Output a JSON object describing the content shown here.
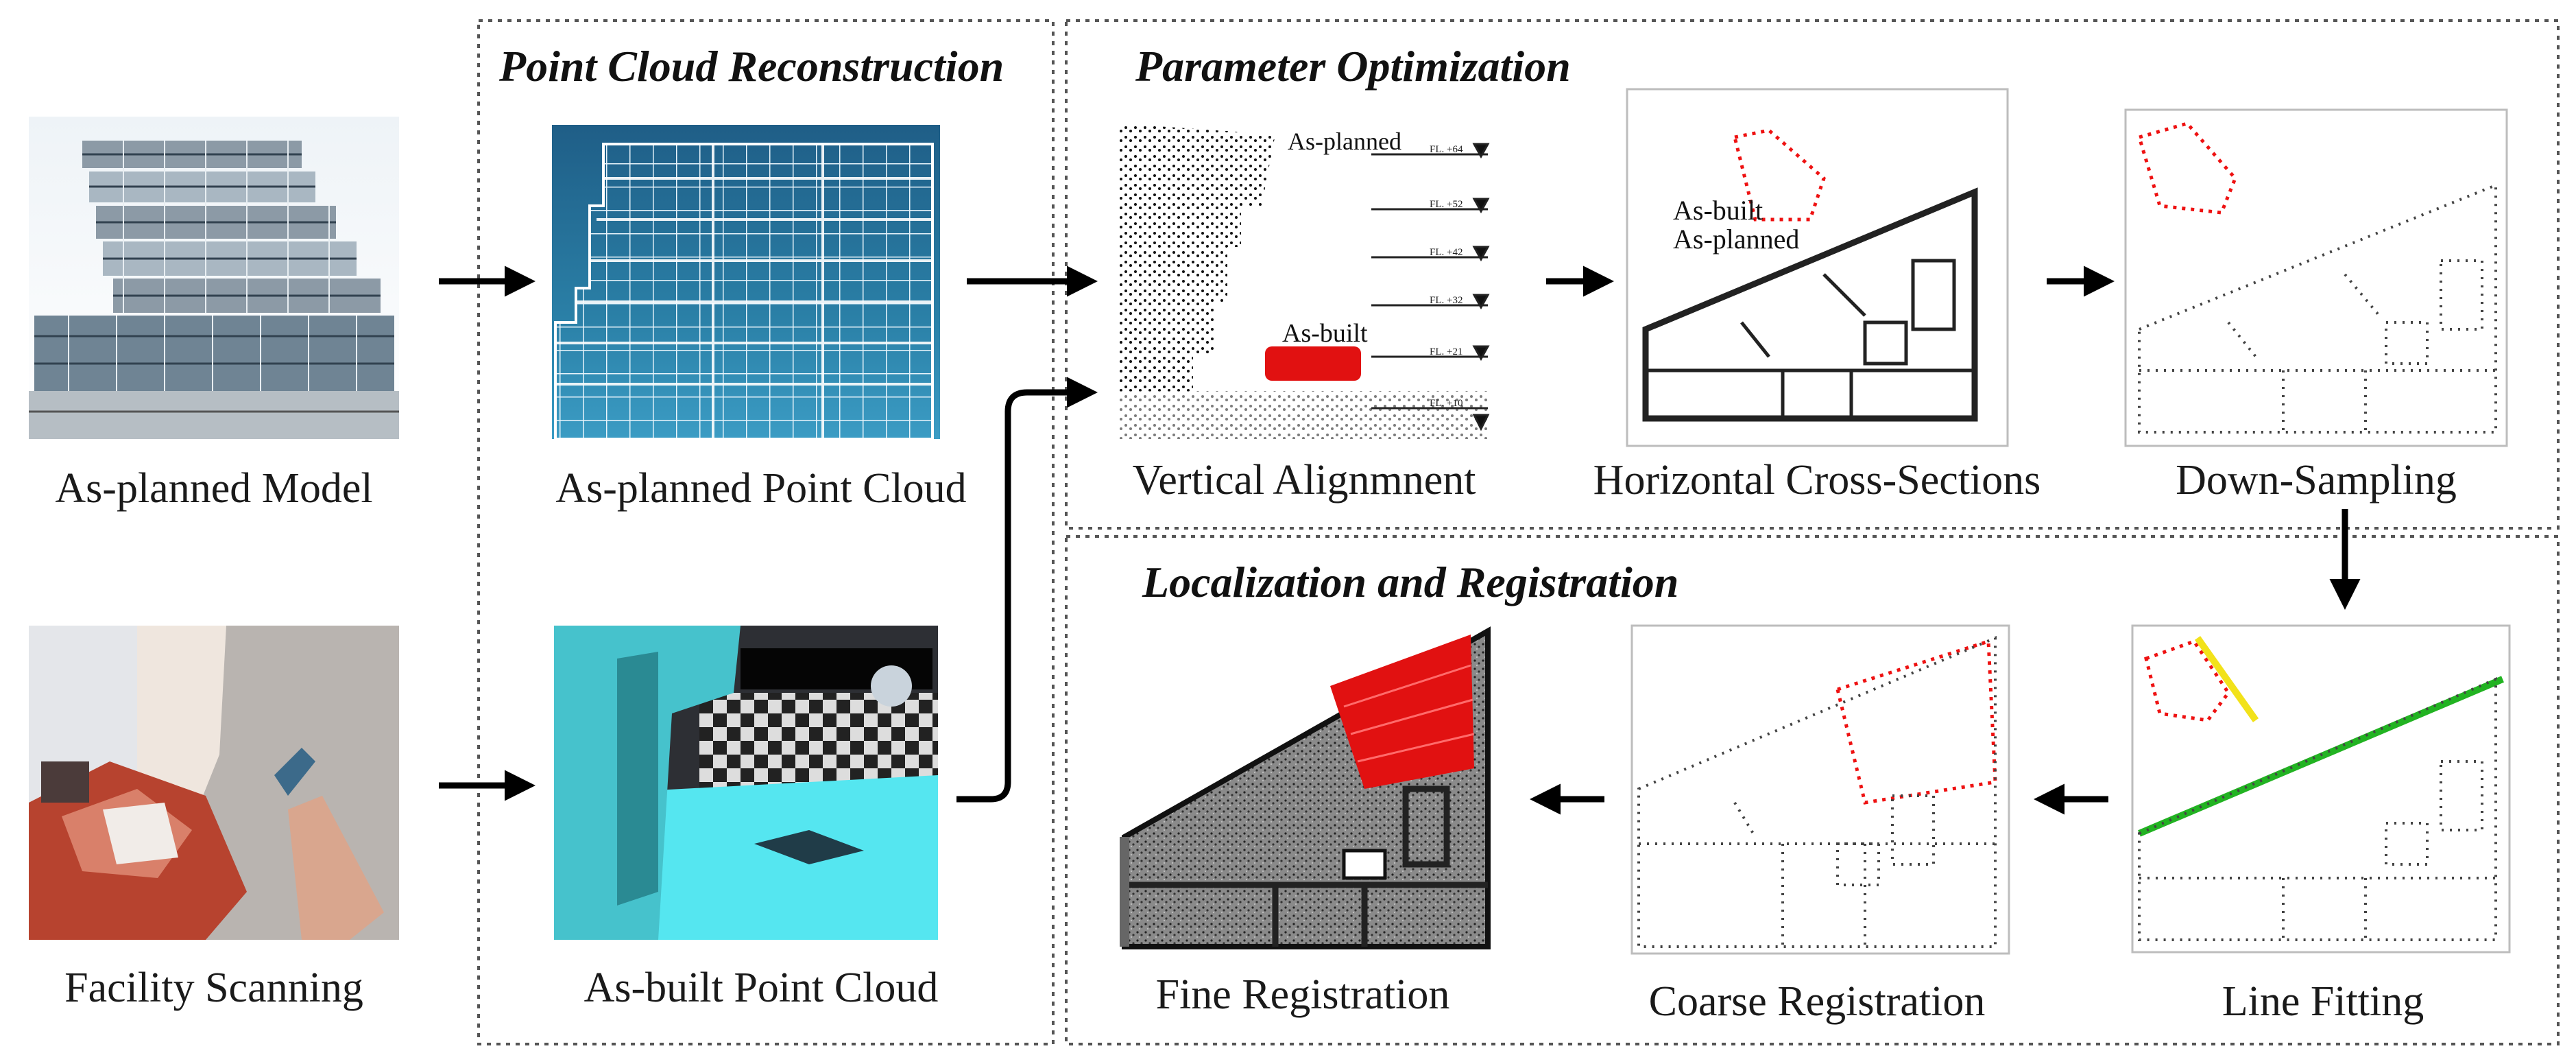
{
  "sections": {
    "reconstruction_title": "Point Cloud Reconstruction",
    "optimization_title": "Parameter Optimization",
    "localization_title": "Localization and Registration"
  },
  "steps": {
    "as_planned_model": "As-planned Model",
    "facility_scanning": "Facility Scanning",
    "as_planned_point_cloud": "As-planned Point Cloud",
    "as_built_point_cloud": "As-built Point Cloud",
    "vertical_alignment": "Vertical Alignmnent",
    "horizontal_cross_sections": "Horizontal Cross-Sections",
    "down_sampling": "Down-Sampling",
    "line_fitting": "Line Fitting",
    "coarse_registration": "Coarse Registration",
    "fine_registration": "Fine Registration"
  },
  "vertical_alignment_labels": {
    "as_planned": "As-planned",
    "as_built": "As-built",
    "floor_levels": [
      "FL. +64",
      "FL. +52",
      "FL. +42",
      "FL. +32",
      "FL. +21",
      "FL. +10"
    ]
  },
  "cross_section_labels": {
    "as_built": "As-built",
    "as_planned": "As-planned"
  },
  "colors": {
    "as_planned_red": "#e11111",
    "fit_line_yellow": "#f2e21a",
    "fit_line_green": "#22b322",
    "scan_cyan": "#4fdde8",
    "model_sky": "#cfe0ee"
  }
}
